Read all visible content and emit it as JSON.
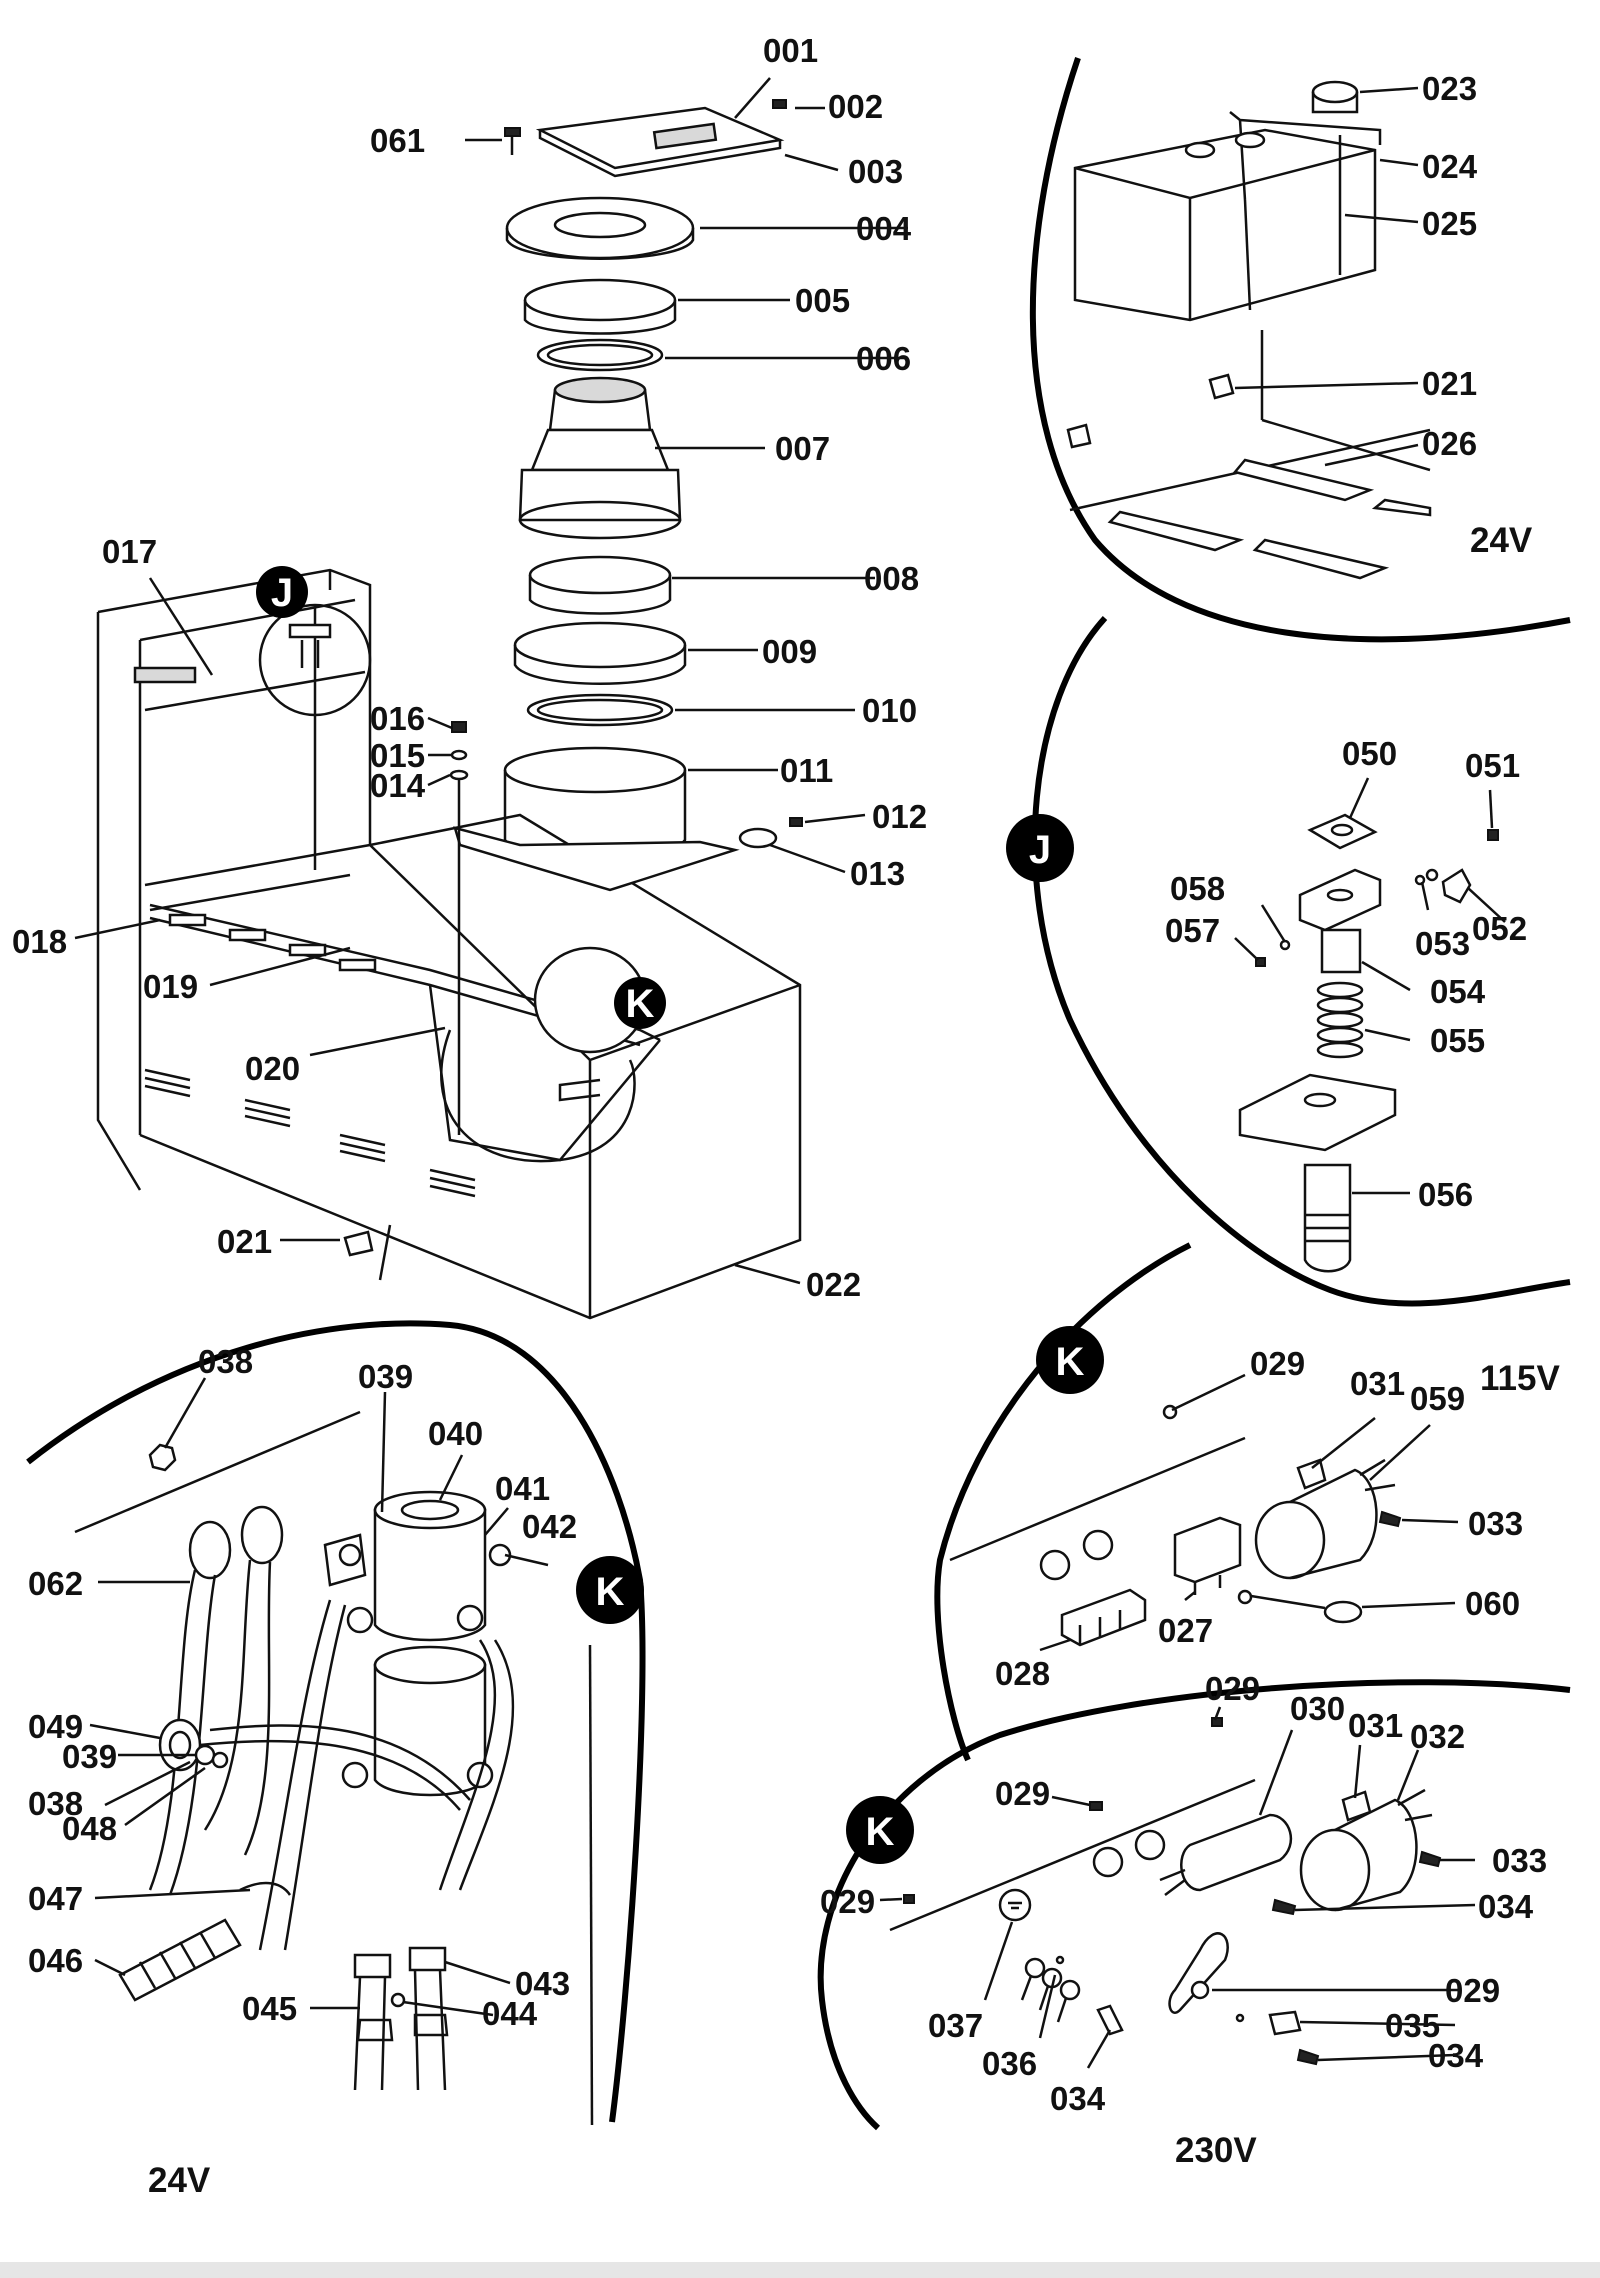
{
  "parts": {
    "p001": "001",
    "p002": "002",
    "p003": "003",
    "p004": "004",
    "p005": "005",
    "p006": "006",
    "p007": "007",
    "p008": "008",
    "p009": "009",
    "p010": "010",
    "p011": "011",
    "p012": "012",
    "p013": "013",
    "p014": "014",
    "p015": "015",
    "p016": "016",
    "p017": "017",
    "p018": "018",
    "p019": "019",
    "p020": "020",
    "p021": "021",
    "p022": "022",
    "p023": "023",
    "p024": "024",
    "p025": "025",
    "p026": "026",
    "p027": "027",
    "p028": "028",
    "p029": "029",
    "p030": "030",
    "p031": "031",
    "p032": "032",
    "p033": "033",
    "p034": "034",
    "p035": "035",
    "p036": "036",
    "p037": "037",
    "p038": "038",
    "p039": "039",
    "p040": "040",
    "p041": "041",
    "p042": "042",
    "p043": "043",
    "p044": "044",
    "p045": "045",
    "p046": "046",
    "p047": "047",
    "p048": "048",
    "p049": "049",
    "p050": "050",
    "p051": "051",
    "p052": "052",
    "p053": "053",
    "p054": "054",
    "p055": "055",
    "p056": "056",
    "p057": "057",
    "p058": "058",
    "p059": "059",
    "p060": "060",
    "p061": "061",
    "p062": "062"
  },
  "detail_badges": {
    "j": "J",
    "k": "K"
  },
  "voltages": {
    "v24": "24V",
    "v115": "115V",
    "v230": "230V"
  },
  "colors": {
    "ink": "#111111",
    "badge": "#000000",
    "background": "#ffffff",
    "footer": "#e6e6e6"
  }
}
